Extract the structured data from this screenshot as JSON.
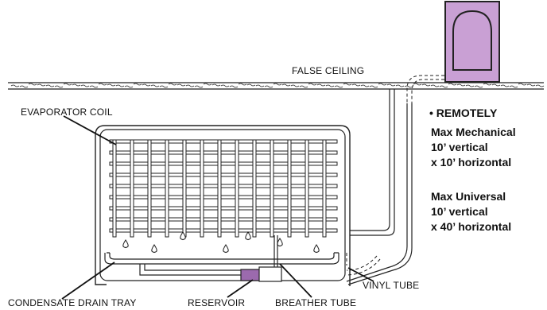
{
  "labels": {
    "false_ceiling": "FALSE CEILING",
    "evaporator_coil": "EVAPORATOR COIL",
    "condensate_drain_tray": "CONDENSATE DRAIN TRAY",
    "reservoir": "RESERVOIR",
    "breather_tube": "BREATHER TUBE",
    "vinyl_tube": "VINYL TUBE"
  },
  "spec": {
    "heading": "• REMOTELY",
    "mechanical": {
      "title": "Max Mechanical",
      "vertical": "10’ vertical",
      "horizontal": "x 10’ horizontal"
    },
    "universal": {
      "title": "Max Universal",
      "vertical": "10’ vertical",
      "horizontal": "x 40’ horizontal"
    }
  },
  "colors": {
    "pump_fill": "#c9a0d4",
    "pump_stroke": "#5a2a6e",
    "reservoir_fill": "#9b6aad"
  }
}
